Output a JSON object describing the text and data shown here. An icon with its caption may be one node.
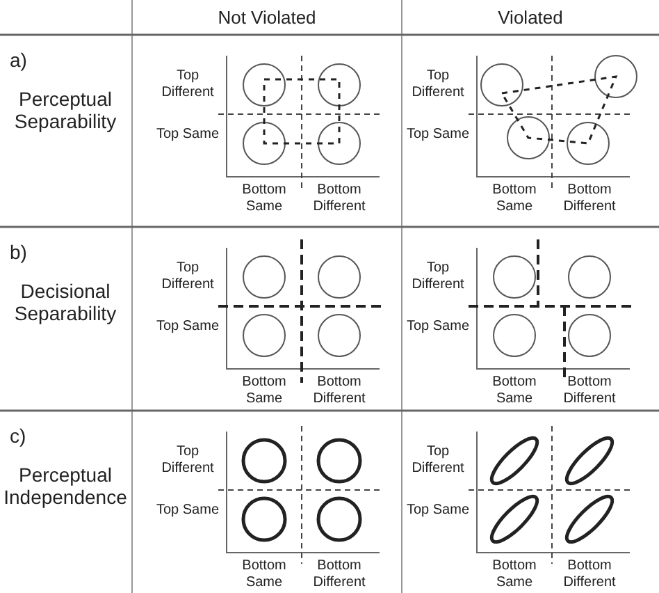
{
  "diagram": {
    "labels": [
      "Not Violated",
      "Violated",
      "a)",
      "Perceptual Separability",
      "Top Different",
      "Top Same",
      "Bottom Same",
      "Bottom Different",
      "Top Different",
      "Top Same",
      "Bottom Same",
      "Bottom Different",
      "b)",
      "Decisional Separability",
      "Top Different",
      "Top Same",
      "Bottom Same",
      "Bottom Different",
      "Top Different",
      "Top Same",
      "Bottom Same",
      "Bottom Different",
      "c)",
      "Perceptual Independence",
      "Top Different",
      "Top Same",
      "Bottom Same",
      "Bottom Different",
      "Top Different",
      "Top Same",
      "Bottom Same",
      "Bottom Different"
    ]
  }
}
